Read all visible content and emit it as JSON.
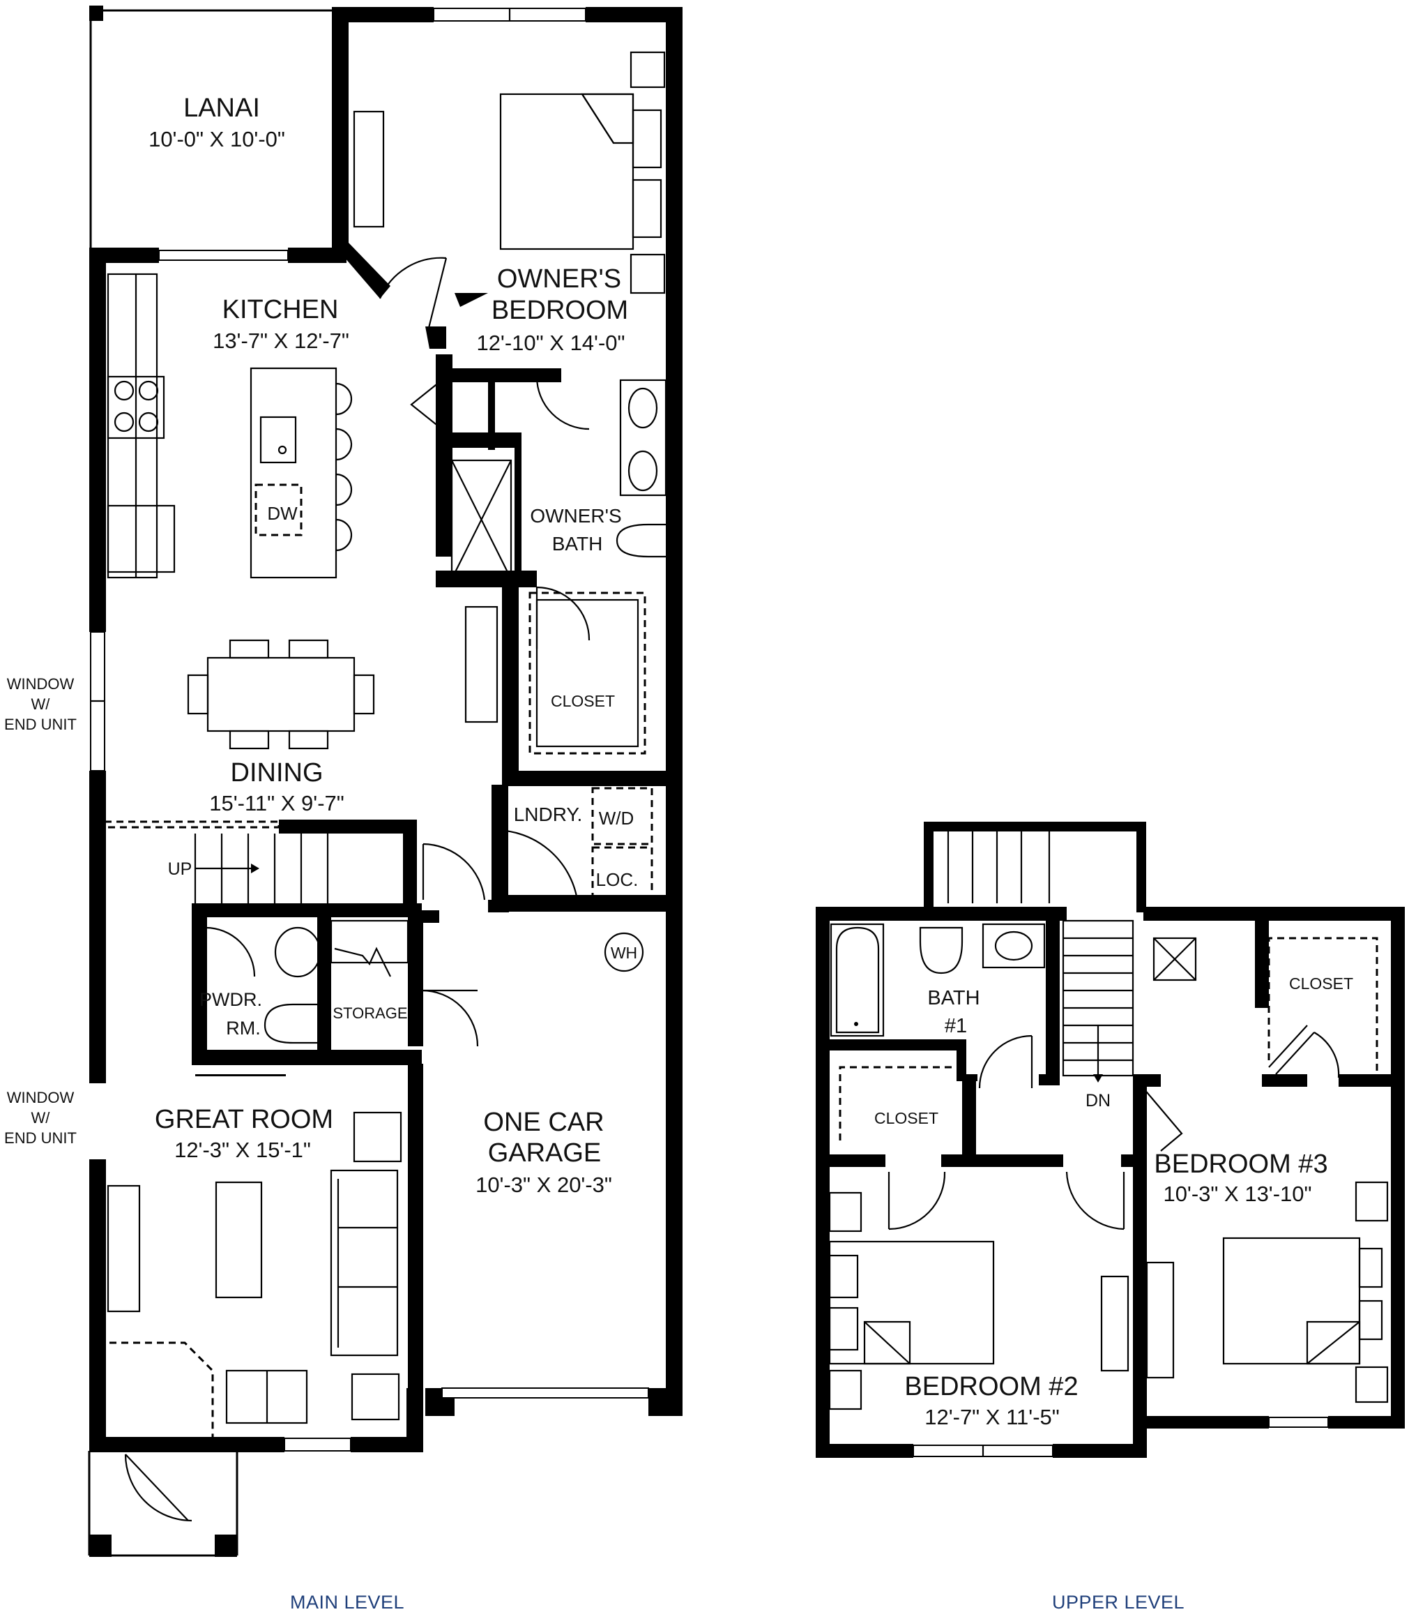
{
  "main_level": {
    "caption": "MAIN LEVEL",
    "rooms": {
      "lanai": {
        "name": "LANAI",
        "dims": "10'-0\" X 10'-0\""
      },
      "kitchen": {
        "name": "KITCHEN",
        "dims": "13'-7\" X 12'-7\""
      },
      "owners_bedroom": {
        "name1": "OWNER'S",
        "name2": "BEDROOM",
        "dims": "12'-10\" X 14'-0\""
      },
      "owners_bath": {
        "name1": "OWNER'S",
        "name2": "BATH"
      },
      "closet": {
        "name": "CLOSET"
      },
      "dining": {
        "name": "DINING",
        "dims": "15'-11\" X 9'-7\""
      },
      "laundry": {
        "name": "LNDRY."
      },
      "powder": {
        "name1": "PWDR.",
        "name2": "RM."
      },
      "storage": {
        "name": "STORAGE"
      },
      "great_room": {
        "name": "GREAT ROOM",
        "dims": "12'-3\" X 15'-1\""
      },
      "garage": {
        "name1": "ONE CAR",
        "name2": "GARAGE",
        "dims": "10'-3\" X 20'-3\""
      }
    },
    "fixtures": {
      "dw": "DW",
      "wd": "W/D",
      "loc": "LOC.",
      "wh": "WH",
      "up": "UP"
    },
    "window_note_1": {
      "l1": "WINDOW",
      "l2": "W/",
      "l3": "END UNIT"
    },
    "window_note_2": {
      "l1": "WINDOW",
      "l2": "W/",
      "l3": "END UNIT"
    }
  },
  "upper_level": {
    "caption": "UPPER LEVEL",
    "rooms": {
      "bath": {
        "name1": "BATH",
        "name2": "#1"
      },
      "closet_left": {
        "name": "CLOSET"
      },
      "closet_right": {
        "name": "CLOSET"
      },
      "bedroom2": {
        "name": "BEDROOM #2",
        "dims": "12'-7\" X 11'-5\""
      },
      "bedroom3": {
        "name": "BEDROOM #3",
        "dims": "10'-3\" X 13'-10\""
      }
    },
    "fixtures": {
      "dn": "DN"
    }
  },
  "colors": {
    "walls": "#000000",
    "caption": "#1f3f7a"
  }
}
